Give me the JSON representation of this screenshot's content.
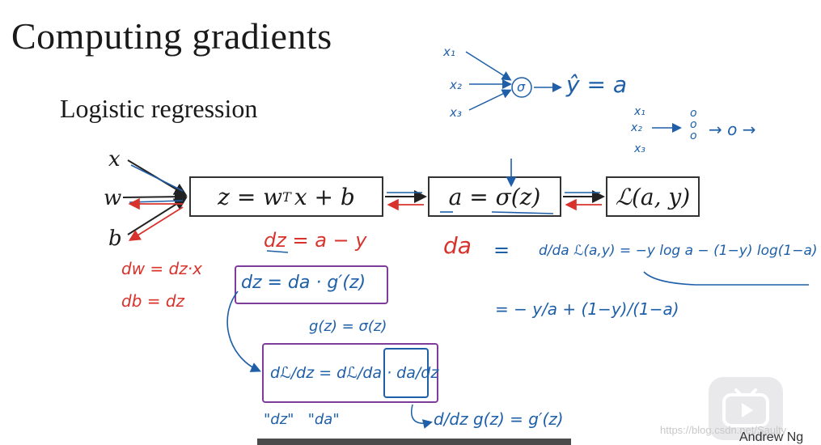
{
  "slide": {
    "title": "Computing gradients",
    "subtitle": "Logistic regression",
    "credit": "Andrew Ng",
    "watermark": "https://blog.csdn.net/Saulty"
  },
  "graph": {
    "inputs": [
      "x",
      "w",
      "b"
    ],
    "box_linear": "z = w",
    "box_linear_sup": "T",
    "box_linear_tail": "x + b",
    "box_activation": "a = σ(z)",
    "box_loss": "ℒ(a, y)"
  },
  "network_sketch": {
    "inputs": [
      "x₁",
      "x₂",
      "x₃"
    ],
    "node": "σ",
    "output": "ŷ = a",
    "small_inputs": [
      "x₁",
      "x₂",
      "x₃"
    ],
    "small_layer": "o\no\no",
    "small_rest": "→ o →"
  },
  "notes": {
    "dz_main": "dz = a − y",
    "dw": "dw = dz·x",
    "db": "db = dz",
    "da_label": "da",
    "da_eq": "=",
    "da_deriv": "d/da ℒ(a,y) = −y log a − (1−y) log(1−a)",
    "da_simplified": "= − y/a + (1−y)/(1−a)",
    "dz_chain": "dz = da · g′(z)",
    "g_def": "g(z) = σ(z)",
    "chain_rule": "dℒ/dz = dℒ/da · da/dz",
    "chain_labels": "\"dz\"   \"da\"",
    "deriv_g": "d/dz g(z) = g′(z)"
  },
  "colors": {
    "ink_blue": "#1e5fa8",
    "ink_red": "#d8322c",
    "ink_purple": "#7e3d9a",
    "box_border": "#333333"
  },
  "overlays": {
    "play_icon": "bilibili-play-icon"
  }
}
